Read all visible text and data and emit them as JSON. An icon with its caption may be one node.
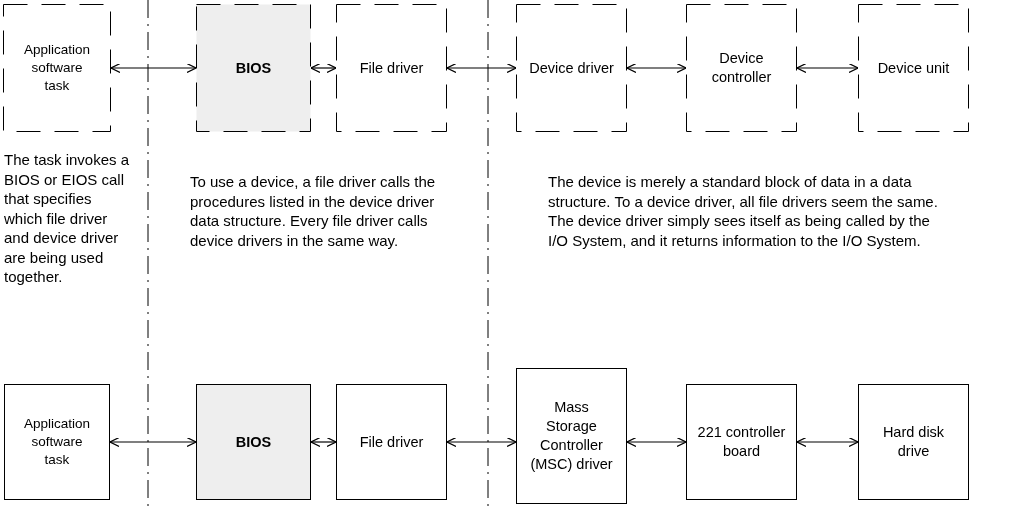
{
  "diagram": {
    "nodes": [
      {
        "text": [
          "Application software task"
        ]
      },
      {
        "text": [
          "BIOS"
        ]
      },
      {
        "text": [
          "File driver"
        ]
      },
      {
        "text": [
          "Device driver"
        ]
      },
      {
        "text": [
          "Device controller"
        ]
      },
      {
        "text": [
          "Device unit"
        ]
      },
      {
        "text": [
          "Application software task"
        ]
      },
      {
        "text": [
          "BIOS"
        ]
      },
      {
        "text": [
          "File driver"
        ]
      },
      {
        "text": [
          "Mass Storage Controller (MSC) driver"
        ]
      },
      {
        "text": [
          "221 controller board"
        ]
      },
      {
        "text": [
          "Hard disk drive"
        ]
      }
    ],
    "edges": [
      {
        "from": 0,
        "to": 1,
        "arrow": "both"
      },
      {
        "from": 1,
        "to": 2,
        "arrow": "both"
      },
      {
        "from": 2,
        "to": 3,
        "arrow": "both"
      },
      {
        "from": 3,
        "to": 4,
        "arrow": "both"
      },
      {
        "from": 4,
        "to": 5,
        "arrow": "both"
      },
      {
        "from": 6,
        "to": 7,
        "arrow": "both"
      },
      {
        "from": 7,
        "to": 8,
        "arrow": "both"
      },
      {
        "from": 8,
        "to": 9,
        "arrow": "both"
      },
      {
        "from": 9,
        "to": 10,
        "arrow": "both"
      },
      {
        "from": 10,
        "to": 11,
        "arrow": "both"
      }
    ],
    "labels": [
      "The task invokes a BIOS or EIOS call that specifies which file driver and device driver are being used together.",
      "To use a device, a file driver calls the procedures listed in the device driver data structure.  Every file driver calls device drivers in the same way.",
      "The device is merely a standard block of data in a data structure.  To a device driver, all file drivers seem the same.  The device driver simply sees itself as being called by the I/O System, and it returns information to the I/O System."
    ]
  }
}
